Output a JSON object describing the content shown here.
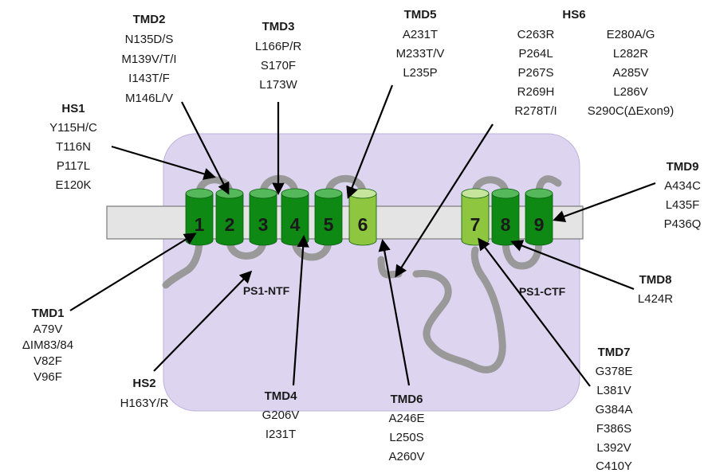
{
  "colors": {
    "compartment": "#ddd5ef",
    "compartment_border": "#bdb0dc",
    "membrane": "#e4e4e4",
    "loop": "#999999",
    "helix_dark": "#0e8a14",
    "helix_dark_top": "#55b85a",
    "helix_light": "#8ec63f",
    "helix_light_top": "#c6e49b",
    "arrow": "#000000"
  },
  "helices": [
    "1",
    "2",
    "3",
    "4",
    "5",
    "6",
    "7",
    "8",
    "9"
  ],
  "fragments": {
    "ntf": "PS1-NTF",
    "ctf": "PS1-CTF"
  },
  "groups": {
    "tmd1": {
      "title": "TMD1",
      "mutations": [
        "A79V",
        "ΔIM83/84",
        "V82F",
        "V96F"
      ]
    },
    "tmd2": {
      "title": "TMD2",
      "mutations": [
        "N135D/S",
        "M139V/T/I",
        "I143T/F",
        "M146L/V"
      ]
    },
    "tmd3": {
      "title": "TMD3",
      "mutations": [
        "L166P/R",
        "S170F",
        "L173W"
      ]
    },
    "tmd4": {
      "title": "TMD4",
      "mutations": [
        "G206V",
        "I231T"
      ]
    },
    "tmd5": {
      "title": "TMD5",
      "mutations": [
        "A231T",
        "M233T/V",
        "L235P"
      ]
    },
    "tmd6": {
      "title": "TMD6",
      "mutations": [
        "A246E",
        "L250S",
        "A260V"
      ]
    },
    "tmd7": {
      "title": "TMD7",
      "mutations": [
        "G378E",
        "L381V",
        "G384A",
        "F386S",
        "L392V",
        "C410Y"
      ]
    },
    "tmd8": {
      "title": "TMD8",
      "mutations": [
        "L424R"
      ]
    },
    "tmd9": {
      "title": "TMD9",
      "mutations": [
        "A434C",
        "L435F",
        "P436Q"
      ]
    },
    "hs1": {
      "title": "HS1",
      "mutations": [
        "Y115H/C",
        "T116N",
        "P117L",
        "E120K"
      ]
    },
    "hs2": {
      "title": "HS2",
      "mutations": [
        "H163Y/R"
      ]
    },
    "hs6": {
      "title": "HS6",
      "col1": [
        "C263R",
        "P264L",
        "P267S",
        "R269H",
        "R278T/I"
      ],
      "col2": [
        "E280A/G",
        "L282R",
        "A285V",
        "L286V",
        "S290C(ΔExon9)"
      ]
    }
  }
}
